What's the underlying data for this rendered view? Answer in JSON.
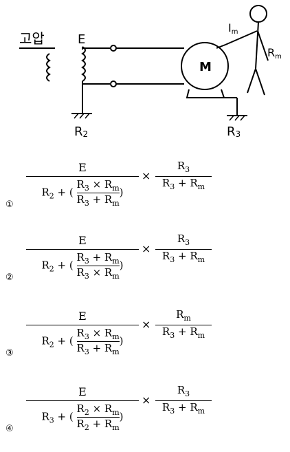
{
  "diagram": {
    "label_high_voltage": "고압",
    "label_E": "E",
    "label_Im": "I",
    "label_Im_sub": "m",
    "label_Rm": "R",
    "label_Rm_sub": "m",
    "label_M": "M",
    "label_R2": "R",
    "label_R2_sub": "2",
    "label_R3": "R",
    "label_R3_sub": "3"
  },
  "options": [
    {
      "number": "①",
      "main_numerator": "E",
      "denom_prefix": "R",
      "denom_prefix_sub": "2",
      "denom_plus_open": " + (",
      "inner_num_a": "R",
      "inner_num_a_sub": "3",
      "inner_num_op": " × ",
      "inner_num_b": "R",
      "inner_num_b_sub": "m",
      "inner_den_a": "R",
      "inner_den_a_sub": "3",
      "inner_den_op": " + ",
      "inner_den_b": "R",
      "inner_den_b_sub": "m",
      "close_paren": ")",
      "times": "×",
      "right_num": "R",
      "right_num_sub": "3",
      "right_den_a": "R",
      "right_den_a_sub": "3",
      "right_den_op": " + ",
      "right_den_b": "R",
      "right_den_b_sub": "m"
    },
    {
      "number": "②",
      "main_numerator": "E",
      "denom_prefix": "R",
      "denom_prefix_sub": "2",
      "denom_plus_open": " + (",
      "inner_num_a": "R",
      "inner_num_a_sub": "3",
      "inner_num_op": " + ",
      "inner_num_b": "R",
      "inner_num_b_sub": "m",
      "inner_den_a": "R",
      "inner_den_a_sub": "3",
      "inner_den_op": " × ",
      "inner_den_b": "R",
      "inner_den_b_sub": "m",
      "close_paren": ")",
      "times": "×",
      "right_num": "R",
      "right_num_sub": "3",
      "right_den_a": "R",
      "right_den_a_sub": "3",
      "right_den_op": " + ",
      "right_den_b": "R",
      "right_den_b_sub": "m"
    },
    {
      "number": "③",
      "main_numerator": "E",
      "denom_prefix": "R",
      "denom_prefix_sub": "2",
      "denom_plus_open": " + (",
      "inner_num_a": "R",
      "inner_num_a_sub": "3",
      "inner_num_op": " × ",
      "inner_num_b": "R",
      "inner_num_b_sub": "m",
      "inner_den_a": "R",
      "inner_den_a_sub": "3",
      "inner_den_op": " + ",
      "inner_den_b": "R",
      "inner_den_b_sub": "m",
      "close_paren": ")",
      "times": "×",
      "right_num": "R",
      "right_num_sub": "m",
      "right_den_a": "R",
      "right_den_a_sub": "3",
      "right_den_op": " + ",
      "right_den_b": "R",
      "right_den_b_sub": "m"
    },
    {
      "number": "④",
      "main_numerator": "E",
      "denom_prefix": "R",
      "denom_prefix_sub": "3",
      "denom_plus_open": " + (",
      "inner_num_a": "R",
      "inner_num_a_sub": "2",
      "inner_num_op": " × ",
      "inner_num_b": "R",
      "inner_num_b_sub": "m",
      "inner_den_a": "R",
      "inner_den_a_sub": "2",
      "inner_den_op": " + ",
      "inner_den_b": "R",
      "inner_den_b_sub": "m",
      "close_paren": ")",
      "times": "×",
      "right_num": "R",
      "right_num_sub": "3",
      "right_den_a": "R",
      "right_den_a_sub": "3",
      "right_den_op": " + ",
      "right_den_b": "R",
      "right_den_b_sub": "m"
    }
  ]
}
